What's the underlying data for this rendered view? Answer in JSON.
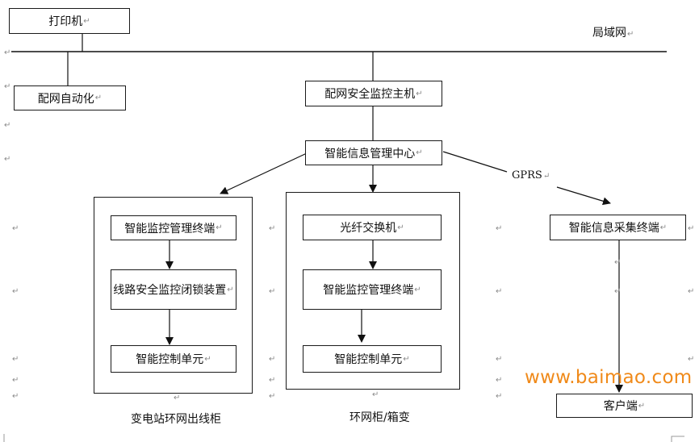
{
  "diagram": {
    "lan_label": "局域网",
    "gprs_label": "GPRS",
    "paragraph_mark": "↵",
    "nodes": {
      "printer": "打印机",
      "distribution_automation": "配网自动化",
      "security_host": "配网安全监控主机",
      "info_center": "智能信息管理中心",
      "substation_terminal": "智能监控管理终端",
      "line_lock_device": "线路安全监控闭锁装置",
      "substation_control_unit": "智能控制单元",
      "fiber_switch": "光纤交换机",
      "ring_terminal": "智能监控管理终端",
      "ring_control_unit": "智能控制单元",
      "collection_terminal": "智能信息采集终端",
      "client": "客户端"
    },
    "groups": {
      "substation_cabinet": "变电站环网出线柜",
      "ring_main_unit": "环网柜/箱变"
    }
  },
  "watermark": {
    "text": "www.baimao.com",
    "color": "#f08a1a"
  }
}
